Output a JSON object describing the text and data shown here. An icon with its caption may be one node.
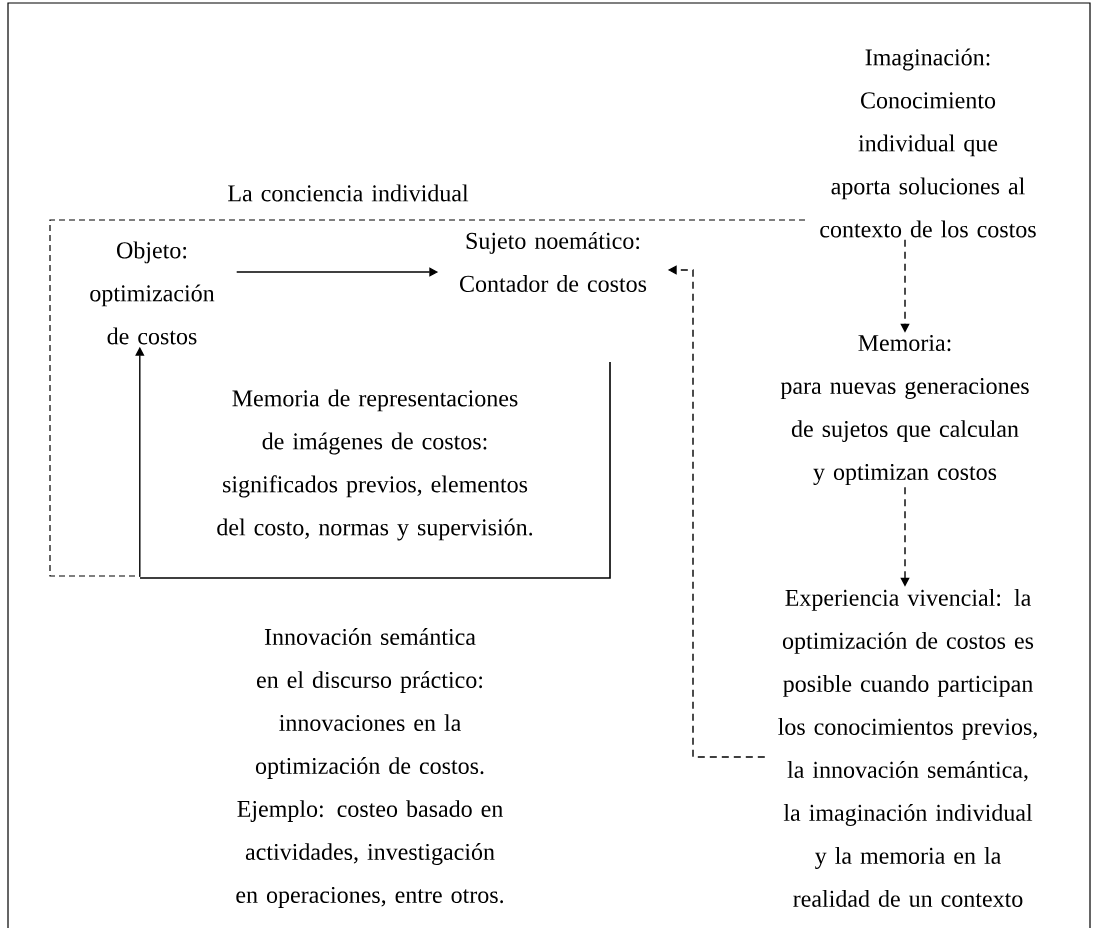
{
  "diagram": {
    "nodes": [
      {
        "text": [
          "La conciencia individual"
        ]
      },
      {
        "text": [
          "Objeto:",
          "optimización de costos"
        ],
        "in": 0
      },
      {
        "text": [
          "Sujeto noemático:",
          "Contador de costos"
        ],
        "in": 0
      },
      {
        "text": [
          "Memoria de representaciones de imágenes de costos: significados previos, elementos del costo, normas y supervisión."
        ],
        "in": 0
      },
      {
        "text": [
          "Imaginación:",
          "Conocimiento individual que aporta soluciones al contexto de los costos"
        ]
      },
      {
        "text": [
          "Memoria:",
          "para nuevas generaciones de sujetos que calculan y optimizan costos"
        ]
      },
      {
        "text": [
          "Experiencia vivencial: la optimización de costos es posible cuando participan los conocimientos previos, la innovación semántica, la imaginación individual y la memoria en la realidad de un contexto"
        ]
      }
    ],
    "edges": [
      {
        "from": 1,
        "to": 2,
        "arrow": "to"
      },
      {
        "from": 3,
        "to": 1,
        "arrow": "to"
      },
      {
        "from": 4,
        "to": 5,
        "arrow": "to",
        "style": "dashed"
      },
      {
        "from": 5,
        "to": 6,
        "arrow": "to",
        "style": "dashed"
      },
      {
        "from": 6,
        "to": 2,
        "arrow": "to",
        "style": "dashed"
      }
    ],
    "labels": [
      "Innovación semántica en el discurso práctico: innovaciones en la optimización de costos. Ejemplo: costeo basado en actividades, investigación en operaciones, entre otros."
    ]
  }
}
